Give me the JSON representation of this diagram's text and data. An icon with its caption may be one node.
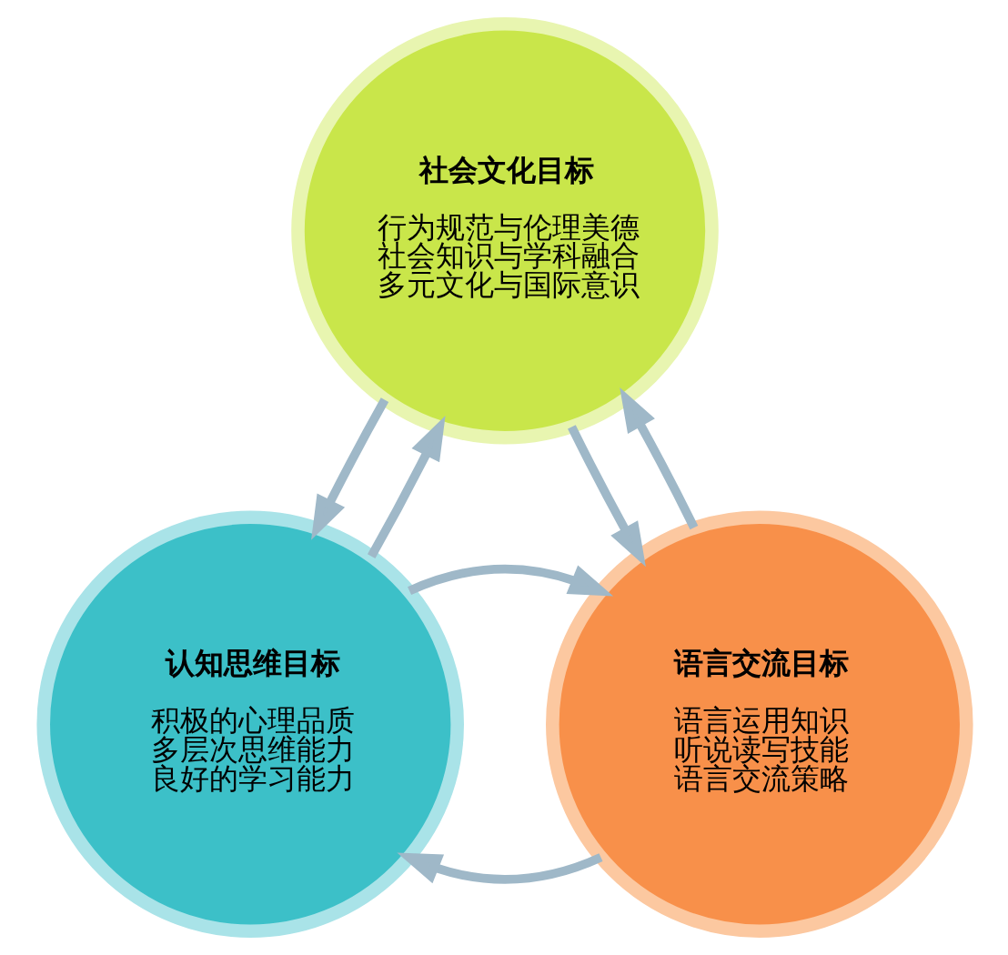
{
  "diagram": {
    "nodes": [
      {
        "text": [
          "社会文化目标",
          "行为规范与伦理美德",
          "社会知识与学科融合",
          "多元文化与国际意识"
        ]
      },
      {
        "text": [
          "认知思维目标",
          "积极的心理品质",
          "多层次思维能力",
          "良好的学习能力"
        ]
      },
      {
        "text": [
          "语言交流目标",
          "语言运用知识",
          "听说读写技能",
          "语言交流策略"
        ]
      }
    ],
    "edges": [
      {
        "from": 1,
        "to": 0,
        "arrow": "to"
      },
      {
        "from": 0,
        "to": 1,
        "arrow": "to"
      },
      {
        "from": 0,
        "to": 2,
        "arrow": "to"
      },
      {
        "from": 2,
        "to": 0,
        "arrow": "to"
      },
      {
        "from": 2,
        "to": 1,
        "arrow": "to"
      },
      {
        "from": 1,
        "to": 2,
        "arrow": "to"
      }
    ]
  }
}
